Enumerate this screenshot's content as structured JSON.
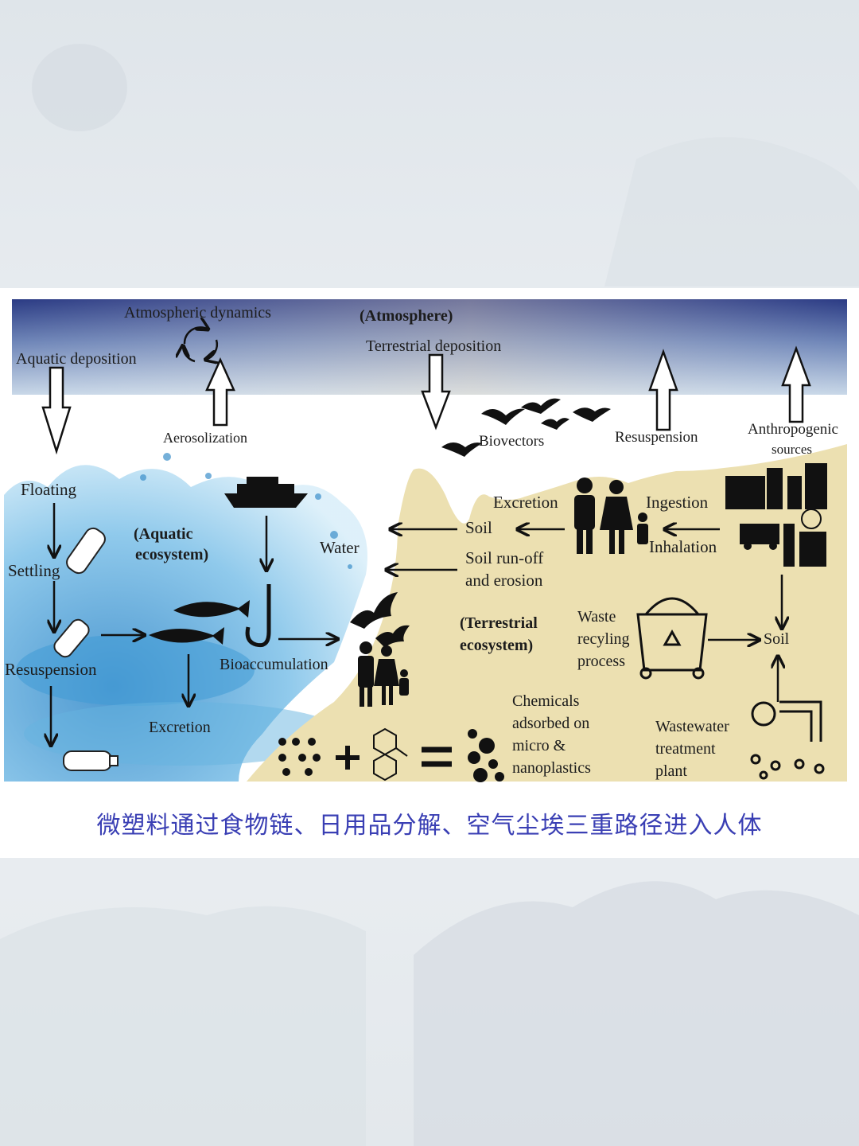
{
  "diagram": {
    "atmosphere_label": "(Atmosphere)",
    "atmospheric_dynamics": "Atmospheric dynamics",
    "aquatic_deposition": "Aquatic deposition",
    "terrestrial_deposition": "Terrestrial deposition",
    "aerosolization": "Aerosolization",
    "biovectors": "Biovectors",
    "resuspension_top": "Resuspension",
    "anthropogenic_sources_1": "Anthropogenic",
    "anthropogenic_sources_2": "sources",
    "floating": "Floating",
    "settling": "Settling",
    "resuspension_water": "Resuspension",
    "aquatic_ecosystem_1": "(Aquatic",
    "aquatic_ecosystem_2": "ecosystem)",
    "water": "Water",
    "bioaccumulation": "Bioaccumulation",
    "excretion_water": "Excretion",
    "excretion_land": "Excretion",
    "ingestion": "Ingestion",
    "inhalation": "Inhalation",
    "soil_1": "Soil",
    "soil_runoff_1": "Soil run-off",
    "soil_runoff_2": "and erosion",
    "terrestrial_ecosystem_1": "(Terrestrial",
    "terrestrial_ecosystem_2": "ecosystem)",
    "waste_1": "Waste",
    "waste_2": "recyling",
    "waste_3": "process",
    "soil_2": "Soil",
    "chemicals_1": "Chemicals",
    "chemicals_2": "adsorbed on",
    "chemicals_3": "micro &",
    "chemicals_4": "nanoplastics",
    "wastewater_1": "Wastewater",
    "wastewater_2": "treatment",
    "wastewater_3": "plant"
  },
  "caption": "微塑料通过食物链、日用品分解、空气尘埃三重路径进入人体",
  "colors": {
    "sky_dark": "#2e3f86",
    "sky_light": "#d9e4ee",
    "sand": "#ede2b4",
    "water": "#5fa8d6",
    "caption": "#3a3fb4"
  }
}
